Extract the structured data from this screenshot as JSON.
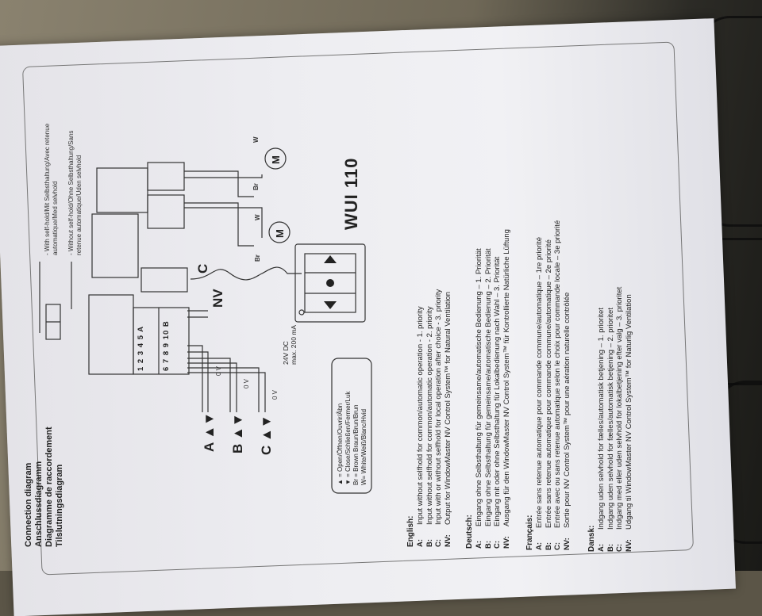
{
  "headings": [
    "Connection diagram",
    "Anschlussdiagramm",
    "Diagramme de raccordement",
    "Tilslutningsdiagram"
  ],
  "selfhold": {
    "with": [
      "- With self-hold/Mit Selbsthaltung/Avec retenue",
      "automatique/Med selvhold"
    ],
    "without": [
      "- Without self-hold/Ohne Selbsthaltung/Sans",
      "retenue automatique/Uden selvhold"
    ]
  },
  "terminals": {
    "top": "1 2 3 4 5 A",
    "bottom": "6 7 8 9 10 B"
  },
  "labels": {
    "nv": "NV",
    "c": "C",
    "br1": "Br",
    "w1": "W",
    "br2": "Br",
    "w2": "W",
    "motor": "M",
    "zero_v": "0 V",
    "dc": "24V DC",
    "ma": "max. 200 mA",
    "model": "WUI 110"
  },
  "inputs": [
    "A",
    "B",
    "C"
  ],
  "legend": [
    "▲ = Open/Öffnen/Ouvrir/Åbn",
    "▼ = Close/Schließen/Fermer/Luk",
    "Br = Brown Braun/Brun/Brun",
    "W= White/Weiß/Blanc/Hvid"
  ],
  "sections": [
    {
      "title": "English:",
      "rows": [
        [
          "A:",
          "Input without selfhold for common/automatic operation - 1. priority"
        ],
        [
          "B:",
          "Input without selfhold for common/automatic operation - 2. priority"
        ],
        [
          "C:",
          "Input with or without selfhold for local operation after choice - 3. priority"
        ],
        [
          "NV:",
          "Output for WindowMaster NV Control System™ for Natural Ventilation"
        ]
      ]
    },
    {
      "title": "Deutsch:",
      "rows": [
        [
          "A:",
          "Eingang ohne Selbsthaltung für gemeinsame/automatische Bedienung – 1. Priorität"
        ],
        [
          "B:",
          "Eingang ohne Selbsthaltung für gemeinsame/automatische Bedienung – 2. Priorität"
        ],
        [
          "C:",
          "Eingang mit oder ohne Selbsthaltung für Lokalbedienung nach Wahl – 3. Priorität"
        ],
        [
          "NV:",
          "Ausgang für den WindowMaster NV Control System™ für Kontrollierte Natürliche Lüftung"
        ]
      ]
    },
    {
      "title": "Français:",
      "rows": [
        [
          "A:",
          "Entrée sans retenue automatique pour commande commune/automatique – 1re priorité"
        ],
        [
          "B:",
          "Entrée sans retenue automatique pour commande commune/automatique – 2e priorité"
        ],
        [
          "C:",
          "Entrée avec ou sans retenue automatique selon le choix pour commande locale – 3e priorité"
        ],
        [
          "NV:",
          "Sortie pour NV Control System™ pour une aération naturelle contrôlée"
        ]
      ]
    },
    {
      "title": "Dansk:",
      "rows": [
        [
          "A:",
          "Indgang uden selvhold for fælles/automatisk betjening – 1. prioritet"
        ],
        [
          "B:",
          "Indgang uden selvhold for fælles/automatisk betjening – 2. prioritet"
        ],
        [
          "C:",
          "Indgang med eller uden selvhold for lokalbetjening efter valg – 3. prioritet"
        ],
        [
          "NV:",
          "Udgang til WindowMaster NV Control System™ for Naturlig Ventilation"
        ]
      ]
    }
  ]
}
